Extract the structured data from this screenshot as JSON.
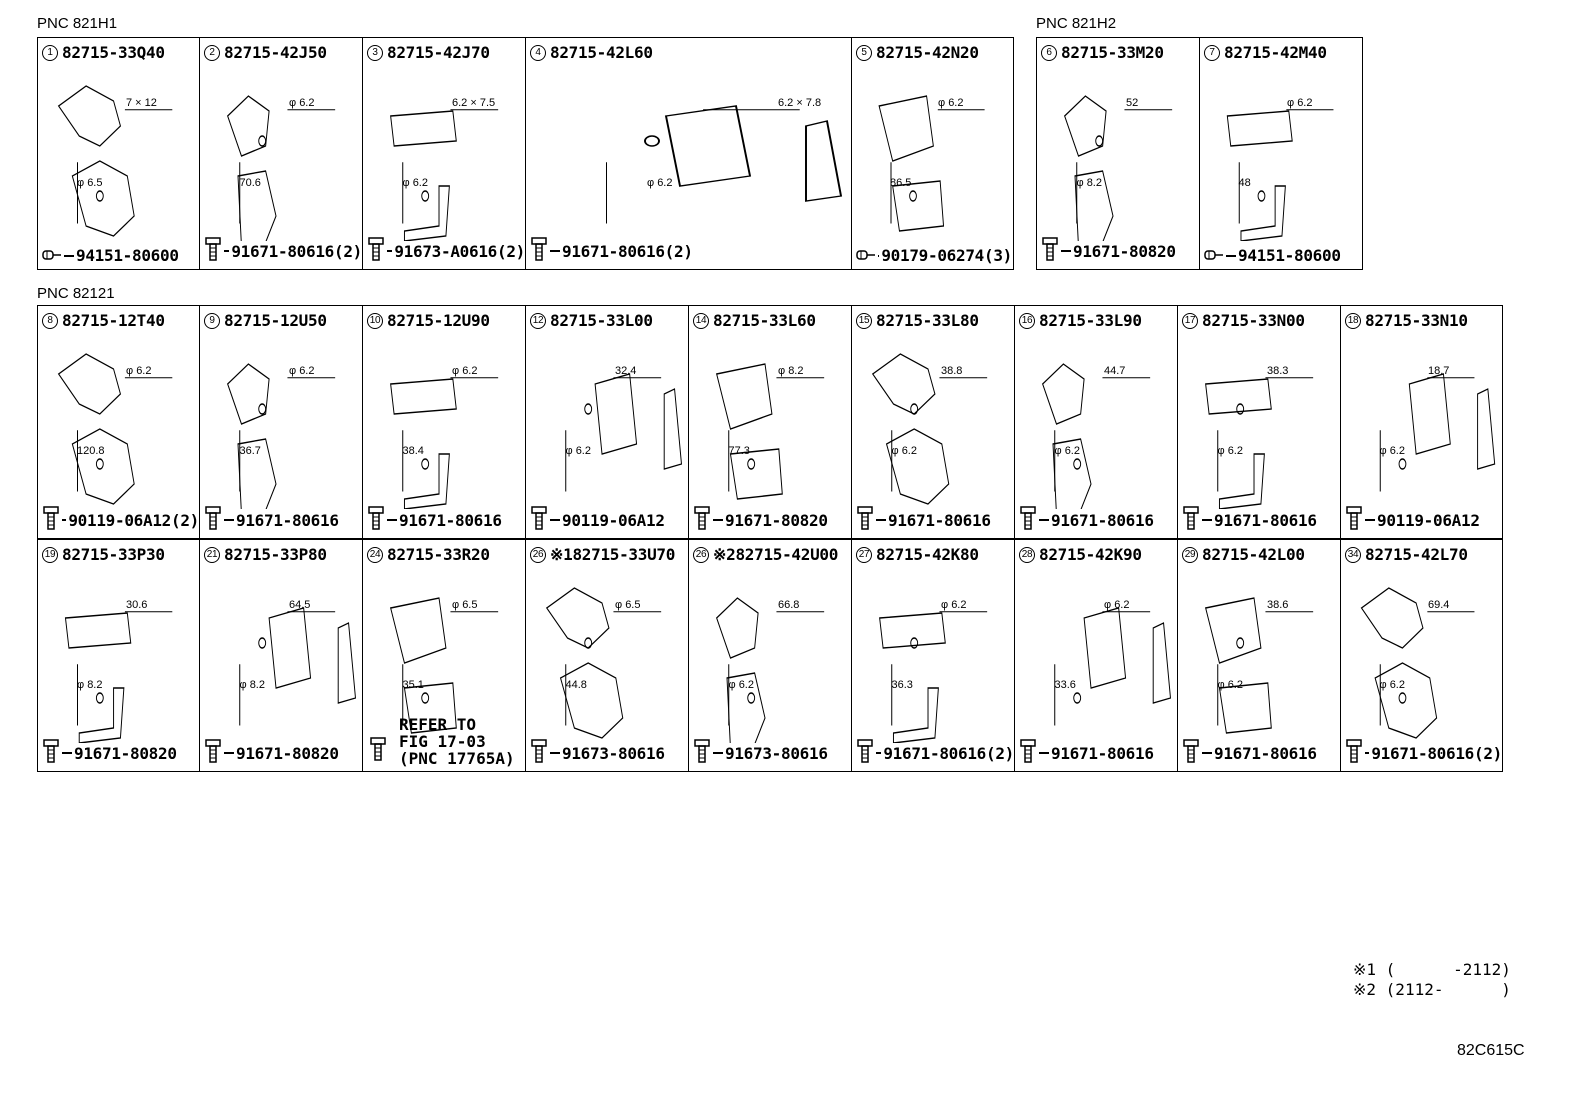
{
  "pnc_labels": {
    "h1": "PNC 821H1",
    "h2": "PNC 821H2",
    "r121": "PNC 82121"
  },
  "group_a": [
    {
      "num": "1",
      "part": "82715-33Q40",
      "fastener": "94151-80600",
      "fastener_icon": "clip-icon",
      "dims": [
        "7 × 12",
        "φ 6.5"
      ]
    },
    {
      "num": "2",
      "part": "82715-42J50",
      "fastener": "91671-80616(2)",
      "fastener_icon": "bolt-icon",
      "dims": [
        "φ 6.2",
        "70.6"
      ]
    },
    {
      "num": "3",
      "part": "82715-42J70",
      "fastener": "91673-A0616(2)",
      "fastener_icon": "bolt-icon",
      "dims": [
        "6.2 × 7.5",
        "φ 6.2"
      ]
    },
    {
      "num": "4",
      "part": "82715-42L60",
      "fastener": "91671-80616(2)",
      "fastener_icon": "bolt-icon",
      "dims": [
        "6.2 × 7.8",
        "φ 6.2"
      ]
    },
    {
      "num": "5",
      "part": "82715-42N20",
      "fastener": "90179-06274(3)",
      "fastener_icon": "clip-icon",
      "dims": [
        "φ 6.2",
        "86.5"
      ]
    }
  ],
  "group_b": [
    {
      "num": "6",
      "part": "82715-33M20",
      "fastener": "91671-80820",
      "fastener_icon": "bolt-icon",
      "dims": [
        "52",
        "φ 8.2"
      ]
    },
    {
      "num": "7",
      "part": "82715-42M40",
      "fastener": "94151-80600",
      "fastener_icon": "clip-icon",
      "dims": [
        "φ 6.2",
        "48"
      ]
    }
  ],
  "row2": [
    {
      "num": "8",
      "part": "82715-12T40",
      "fastener": "90119-06A12(2)",
      "dims": [
        "φ 6.2",
        "120.8"
      ]
    },
    {
      "num": "9",
      "part": "82715-12U50",
      "fastener": "91671-80616",
      "dims": [
        "φ 6.2",
        "36.7"
      ]
    },
    {
      "num": "10",
      "part": "82715-12U90",
      "fastener": "91671-80616",
      "dims": [
        "φ 6.2",
        "38.4"
      ]
    },
    {
      "num": "12",
      "part": "82715-33L00",
      "fastener": "90119-06A12",
      "dims": [
        "32.4",
        "φ 6.2"
      ]
    },
    {
      "num": "14",
      "part": "82715-33L60",
      "fastener": "91671-80820",
      "dims": [
        "φ 8.2",
        "77.3"
      ]
    },
    {
      "num": "15",
      "part": "82715-33L80",
      "fastener": "91671-80616",
      "dims": [
        "38.8",
        "φ 6.2"
      ]
    },
    {
      "num": "16",
      "part": "82715-33L90",
      "fastener": "91671-80616",
      "dims": [
        "44.7",
        "φ 6.2"
      ]
    },
    {
      "num": "17",
      "part": "82715-33N00",
      "fastener": "91671-80616",
      "dims": [
        "38.3",
        "φ 6.2"
      ]
    },
    {
      "num": "18",
      "part": "82715-33N10",
      "fastener": "90119-06A12",
      "dims": [
        "18.7",
        "φ 6.2"
      ]
    }
  ],
  "row3": [
    {
      "num": "19",
      "part": "82715-33P30",
      "fastener": "91671-80820",
      "dims": [
        "30.6",
        "φ 8.2"
      ]
    },
    {
      "num": "21",
      "part": "82715-33P80",
      "fastener": "91671-80820",
      "dims": [
        "64.5",
        "φ 8.2"
      ]
    },
    {
      "num": "24",
      "part": "82715-33R20",
      "fastener": "",
      "dims": [
        "φ 6.5",
        "35.1"
      ]
    },
    {
      "num": "26",
      "part": "※182715-33U70",
      "fastener": "91673-80616",
      "dims": [
        "φ 6.5",
        "44.8"
      ]
    },
    {
      "num": "26",
      "part": "※282715-42U00",
      "fastener": "91673-80616",
      "dims": [
        "66.8",
        "φ 6.2"
      ]
    },
    {
      "num": "27",
      "part": "82715-42K80",
      "fastener": "91671-80616(2)",
      "dims": [
        "φ 6.2",
        "36.3"
      ]
    },
    {
      "num": "28",
      "part": "82715-42K90",
      "fastener": "91671-80616",
      "dims": [
        "φ 6.2",
        "33.6"
      ]
    },
    {
      "num": "29",
      "part": "82715-42L00",
      "fastener": "91671-80616",
      "dims": [
        "38.6",
        "φ 6.2"
      ]
    },
    {
      "num": "34",
      "part": "82715-42L70",
      "fastener": "91671-80616(2)",
      "dims": [
        "69.4",
        "φ 6.2"
      ]
    }
  ],
  "refer": {
    "line1": "REFER TO",
    "line2": "FIG 17-03",
    "line3": "(PNC 17765A)"
  },
  "notes": {
    "n1": "※1 (      -2112)",
    "n2": "※2 (2112-      )"
  },
  "figure_id": "82C615C"
}
